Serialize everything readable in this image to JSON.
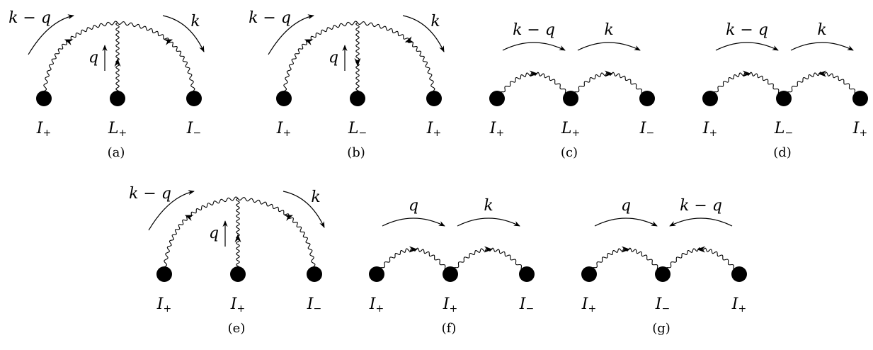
{
  "diagrams": [
    {
      "id": "a",
      "type": "tri",
      "caption": "(a)",
      "vertices": [
        {
          "letter": "I",
          "sub": "+"
        },
        {
          "letter": "L",
          "sub": "+"
        },
        {
          "letter": "I",
          "sub": "−"
        }
      ],
      "left_label": "k − q",
      "right_label": "k",
      "mid_label": "q",
      "arrows": {
        "left": "down",
        "mid": "up",
        "right": "down"
      }
    },
    {
      "id": "b",
      "type": "tri",
      "caption": "(b)",
      "vertices": [
        {
          "letter": "I",
          "sub": "+"
        },
        {
          "letter": "L",
          "sub": "−"
        },
        {
          "letter": "I",
          "sub": "+"
        }
      ],
      "left_label": "k − q",
      "right_label": "k",
      "mid_label": "q",
      "arrows": {
        "left": "down",
        "mid": "down",
        "right": "up"
      }
    },
    {
      "id": "c",
      "type": "arch",
      "caption": "(c)",
      "vertices": [
        {
          "letter": "I",
          "sub": "+"
        },
        {
          "letter": "L",
          "sub": "+"
        },
        {
          "letter": "I",
          "sub": "−"
        }
      ],
      "left_label": "k − q",
      "right_label": "k",
      "arrow_dirs": [
        "right",
        "right"
      ],
      "arrows": {
        "left": "right",
        "right": "right"
      }
    },
    {
      "id": "d",
      "type": "arch",
      "caption": "(d)",
      "vertices": [
        {
          "letter": "I",
          "sub": "+"
        },
        {
          "letter": "L",
          "sub": "−"
        },
        {
          "letter": "I",
          "sub": "+"
        }
      ],
      "left_label": "k − q",
      "right_label": "k",
      "arrow_dirs": [
        "right",
        "right"
      ],
      "arrows": {
        "left": "right",
        "right": "left"
      }
    },
    {
      "id": "e",
      "type": "tri",
      "caption": "(e)",
      "vertices": [
        {
          "letter": "I",
          "sub": "+"
        },
        {
          "letter": "I",
          "sub": "+"
        },
        {
          "letter": "I",
          "sub": "−"
        }
      ],
      "left_label": "k − q",
      "right_label": "k",
      "mid_label": "q",
      "arrows": {
        "left": "down",
        "mid": "up",
        "right": "down"
      }
    },
    {
      "id": "f",
      "type": "arch",
      "caption": "(f)",
      "vertices": [
        {
          "letter": "I",
          "sub": "+"
        },
        {
          "letter": "I",
          "sub": "+"
        },
        {
          "letter": "I",
          "sub": "−"
        }
      ],
      "left_label": "q",
      "right_label": "k",
      "arrow_dirs": [
        "right",
        "right"
      ],
      "arrows": {
        "left": "right",
        "right": "right"
      }
    },
    {
      "id": "g",
      "type": "arch",
      "caption": "(g)",
      "vertices": [
        {
          "letter": "I",
          "sub": "+"
        },
        {
          "letter": "I",
          "sub": "−"
        },
        {
          "letter": "I",
          "sub": "+"
        }
      ],
      "left_label": "q",
      "right_label": "k − q",
      "arrow_dirs": [
        "right",
        "left"
      ],
      "arrows": {
        "left": "right",
        "right": "left"
      }
    }
  ]
}
